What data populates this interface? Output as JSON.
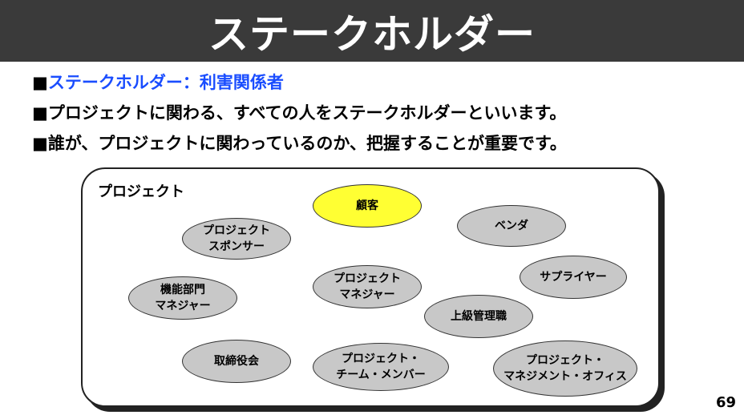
{
  "header": {
    "title": "ステークホルダー"
  },
  "bullets": [
    {
      "mark": "■",
      "text": "ステークホルダー：利害関係者"
    },
    {
      "mark": "■",
      "text": "プロジェクトに関わる、すべての人をステークホルダーといいます。"
    },
    {
      "mark": "■",
      "text": "誰が、プロジェクトに関わっているのか、把握することが重要です。"
    }
  ],
  "diagram": {
    "label": "プロジェクト",
    "nodes": {
      "customer": "顧客",
      "sponsor": "プロジェクト\nスポンサー",
      "vendor": "ベンダ",
      "supplier": "サプライヤー",
      "functional_manager": "機能部門\nマネジャー",
      "project_manager": "プロジェクト\nマネジャー",
      "senior_management": "上級管理職",
      "directors": "取締役会",
      "team_members": "プロジェクト・\nチーム・メンバー",
      "pmo": "プロジェクト・\nマネジメント・オフィス"
    }
  },
  "page_number": "69",
  "colors": {
    "header_bg": "#3a3a3a",
    "accent_text": "#1a4dff",
    "highlight_node": "#ffff33",
    "node": "#c8c8c8"
  }
}
